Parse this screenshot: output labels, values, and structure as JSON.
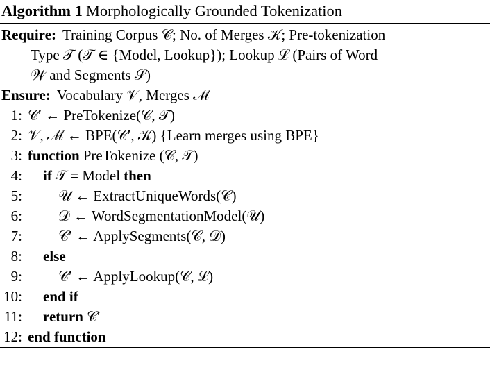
{
  "title": {
    "label": "Algorithm 1",
    "name": "Morphologically Grounded Tokenization"
  },
  "require": {
    "keyword": "Require:",
    "lines": [
      "Training Corpus 𝒞; No. of Merges 𝒦; Pre-tokenization",
      "Type 𝒯 (𝒯 ∈ {Model, Lookup}); Lookup ℒ (Pairs of Word",
      "𝒲 and Segments 𝒮)"
    ]
  },
  "ensure": {
    "keyword": "Ensure:",
    "text": "Vocabulary 𝒱, Merges ℳ"
  },
  "steps": [
    {
      "num": "1:",
      "indent": 0,
      "keyword": "",
      "text": "𝒞′ ← PreTokenize(𝒞, 𝒯)"
    },
    {
      "num": "2:",
      "indent": 0,
      "keyword": "",
      "text": "𝒱, ℳ ← BPE(𝒞′, 𝒦) {Learn merges using BPE}"
    },
    {
      "num": "3:",
      "indent": 0,
      "keyword": "function",
      "text": "PreTokenize (𝒞, 𝒯)"
    },
    {
      "num": "4:",
      "indent": 1,
      "keyword": "if",
      "text": "𝒯 = Model",
      "keyword_end": "then"
    },
    {
      "num": "5:",
      "indent": 2,
      "keyword": "",
      "text": "𝒰 ← ExtractUniqueWords(𝒞)"
    },
    {
      "num": "6:",
      "indent": 2,
      "keyword": "",
      "text": "𝒟 ← WordSegmentationModel(𝒰)"
    },
    {
      "num": "7:",
      "indent": 2,
      "keyword": "",
      "text": "𝒞′ ← ApplySegments(𝒞, 𝒟)"
    },
    {
      "num": "8:",
      "indent": 1,
      "keyword": "else",
      "text": ""
    },
    {
      "num": "9:",
      "indent": 2,
      "keyword": "",
      "text": "𝒞′ ← ApplyLookup(𝒞, ℒ)"
    },
    {
      "num": "10:",
      "indent": 1,
      "keyword": "end if",
      "text": ""
    },
    {
      "num": "11:",
      "indent": 1,
      "keyword": "return",
      "text": "𝒞′"
    },
    {
      "num": "12:",
      "indent": 0,
      "keyword": "end function",
      "text": ""
    }
  ]
}
